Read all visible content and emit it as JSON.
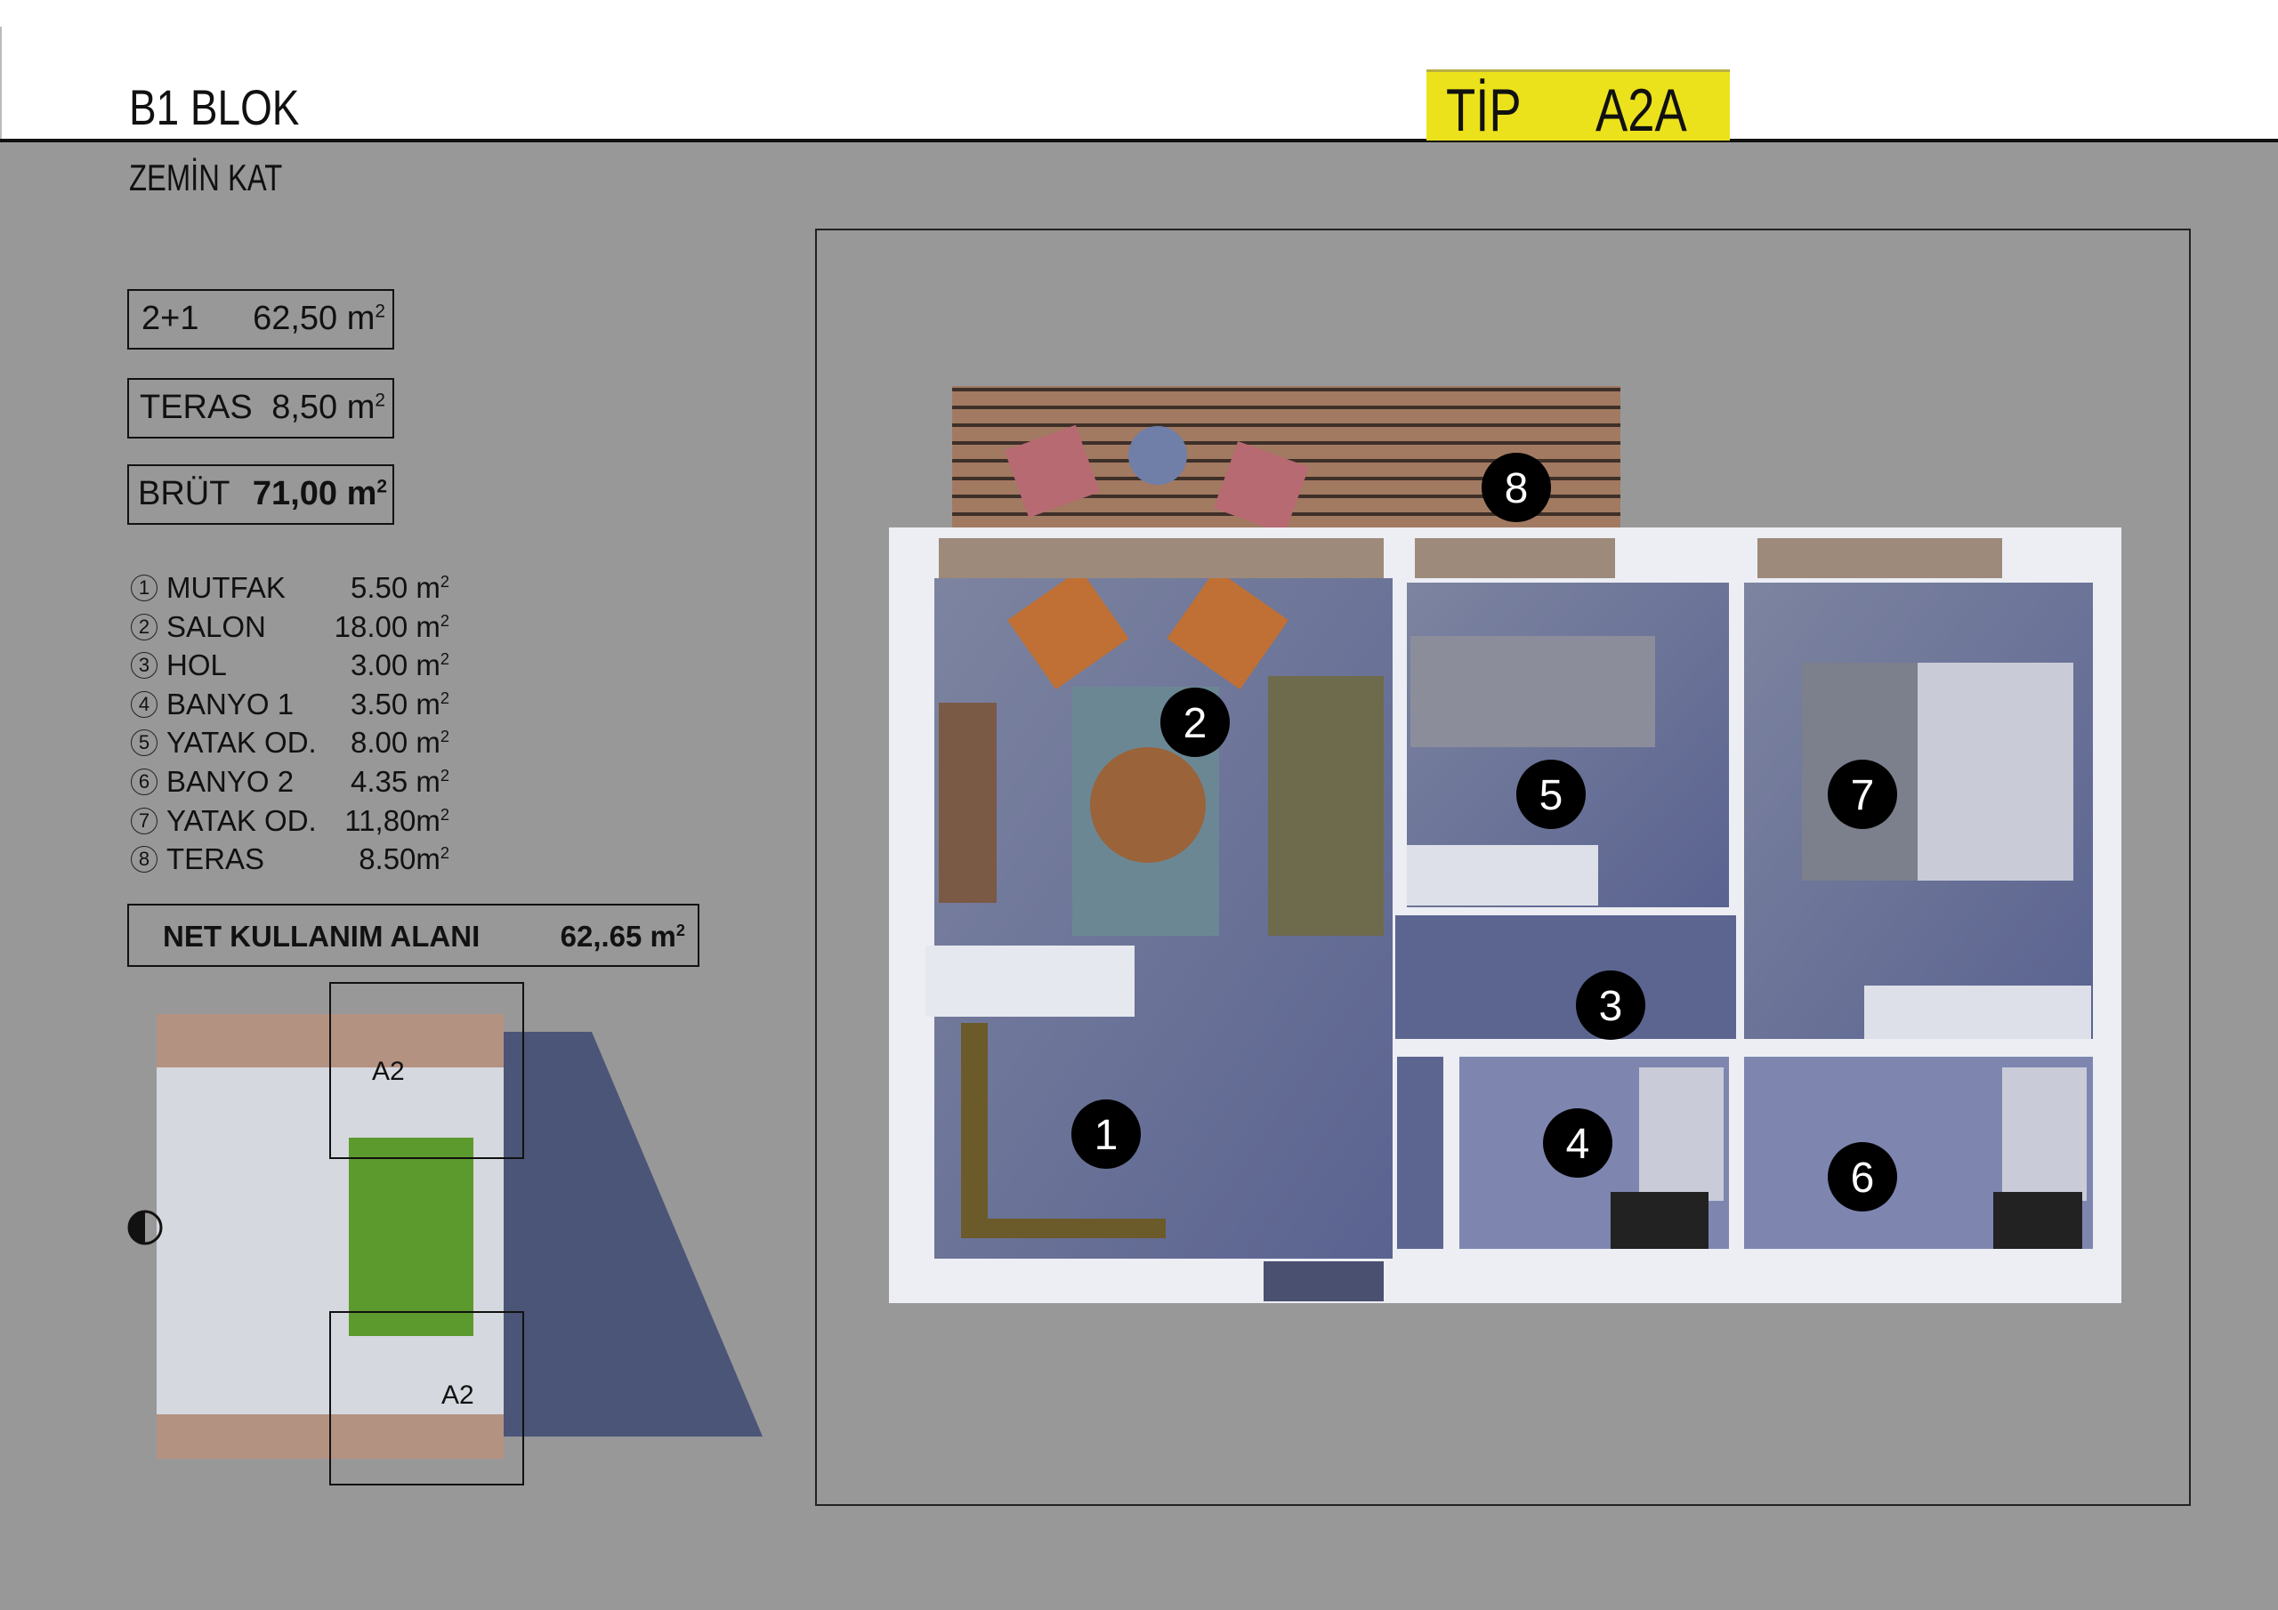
{
  "header": {
    "block": "B1 BLOK",
    "type_prefix": "TİP",
    "type_code": "A2A",
    "floor": "ZEMİN KAT"
  },
  "summary": {
    "unit": {
      "label": "2+1",
      "value": "62,50 m",
      "sup": "2"
    },
    "terrace": {
      "label": "TERAS",
      "value": "8,50 m",
      "sup": "2"
    },
    "gross": {
      "label": "BRÜT",
      "value": "71,00 m",
      "sup": "2"
    }
  },
  "rooms": [
    {
      "no": "1",
      "name": "MUTFAK",
      "area": "5.50 m",
      "sup": "2"
    },
    {
      "no": "2",
      "name": "SALON",
      "area": "18.00 m",
      "sup": "2"
    },
    {
      "no": "3",
      "name": "HOL",
      "area": "3.00 m",
      "sup": "2"
    },
    {
      "no": "4",
      "name": "BANYO 1",
      "area": "3.50 m",
      "sup": "2"
    },
    {
      "no": "5",
      "name": "YATAK OD.",
      "area": "8.00 m",
      "sup": "2"
    },
    {
      "no": "6",
      "name": "BANYO 2",
      "area": "4.35 m",
      "sup": "2"
    },
    {
      "no": "7",
      "name": "YATAK OD.",
      "area": "11,80m",
      "sup": "2"
    },
    {
      "no": "8",
      "name": "TERAS",
      "area": "8.50m",
      "sup": "2"
    }
  ],
  "net": {
    "label": "NET  KULLANIM ALANI",
    "value": "62,.65 m",
    "sup": "2"
  },
  "keyplan": {
    "labels": [
      "A2",
      "A2"
    ]
  },
  "colors": {
    "accent": "#ece21c",
    "background": "#989898",
    "marker": "#000000"
  }
}
